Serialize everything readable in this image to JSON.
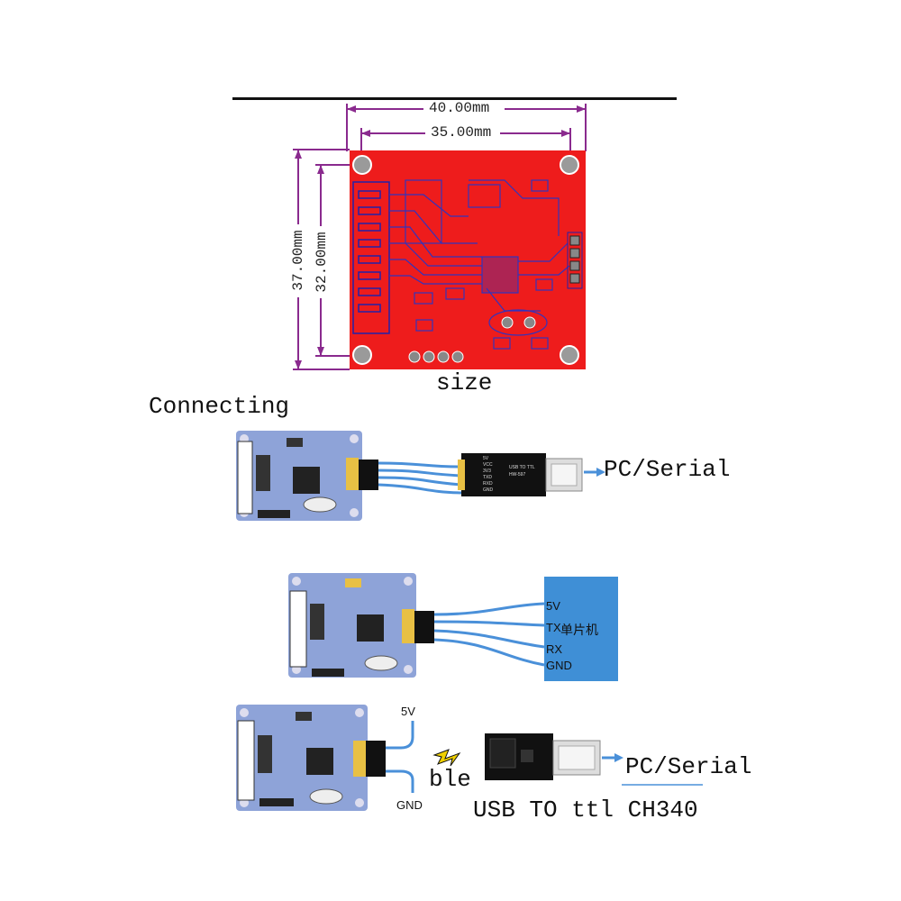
{
  "dimensions": {
    "outer_width": "40.00mm",
    "inner_width": "35.00mm",
    "outer_height": "37.00mm",
    "inner_height": "32.00mm"
  },
  "captions": {
    "size": "size",
    "connecting": "Connecting"
  },
  "diagram1": {
    "output_label": "PC/Serial",
    "adapter_pins": [
      "5V",
      "VCC",
      "3V3",
      "TXD",
      "RXD",
      "GND"
    ],
    "adapter_text_1": "USB TO TTL",
    "adapter_text_2": "HW-597"
  },
  "diagram2": {
    "mcu_pins": [
      "5V",
      "TX",
      "RX",
      "GND"
    ],
    "mcu_label": "单片机"
  },
  "diagram3": {
    "power_label": "5V",
    "ground_label": "GND",
    "wireless_label": "ble",
    "output_label": "PC/Serial",
    "adapter_caption": "USB TO ttl CH340"
  },
  "colors": {
    "pcb_red": "#ee1c1c",
    "dimension_purple": "#8a2a8e",
    "module_blue": "#8ea3d8",
    "wire_blue": "#4a90d9",
    "mcu_box_blue": "#3f8fd6"
  }
}
